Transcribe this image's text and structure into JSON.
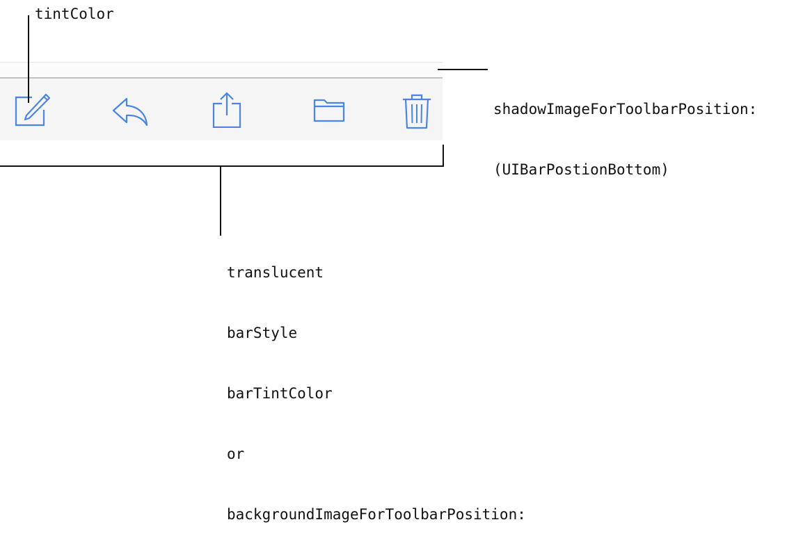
{
  "toolbar": {
    "tint": "#4a84e4",
    "bar_color": "#f5f5f5",
    "shadow_color": "#c2c2c2",
    "icons": [
      "compose-icon",
      "reply-icon",
      "share-icon",
      "folder-icon",
      "trash-icon"
    ]
  },
  "callouts": {
    "tint": "tintColor",
    "shadow_line1": "shadowImageForToolbarPosition:",
    "shadow_line2": "(UIBarPostionBottom)",
    "bar_lines": [
      "translucent",
      "barStyle",
      "barTintColor",
      "or",
      "backgroundImageForToolbarPosition:"
    ]
  }
}
